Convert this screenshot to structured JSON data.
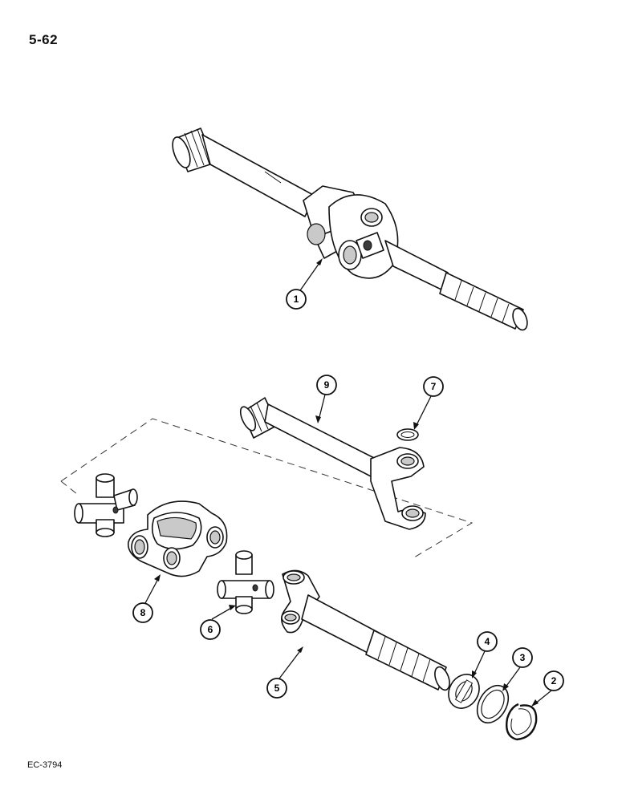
{
  "page": {
    "number": "5-62",
    "figure_code": "EC-3794"
  },
  "callouts": [
    {
      "id": "1",
      "part": "axle-shaft-assembly"
    },
    {
      "id": "2",
      "part": "snap-ring"
    },
    {
      "id": "3",
      "part": "seal-ring"
    },
    {
      "id": "4",
      "part": "thrust-washer"
    },
    {
      "id": "5",
      "part": "outer-shaft"
    },
    {
      "id": "6",
      "part": "cross-spider"
    },
    {
      "id": "7",
      "part": "small-snap-ring"
    },
    {
      "id": "8",
      "part": "center-yoke"
    },
    {
      "id": "9",
      "part": "inner-shaft"
    }
  ]
}
